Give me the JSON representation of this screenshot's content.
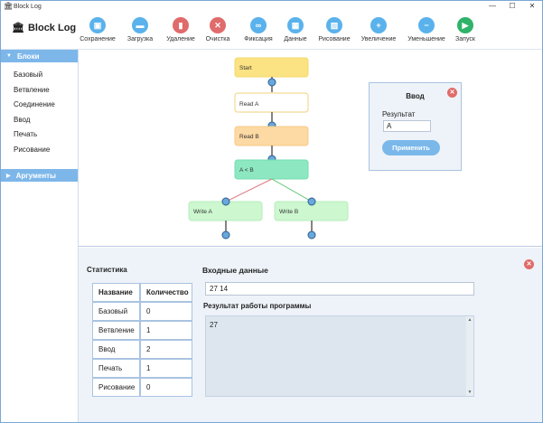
{
  "window": {
    "title": "Block Log"
  },
  "brand": {
    "name": "Block Log"
  },
  "toolbar": [
    {
      "label": "Сохранение",
      "icon": "save-icon",
      "color": "#5ab2ec",
      "glyph": "▣"
    },
    {
      "label": "Загрузка",
      "icon": "folder-icon",
      "color": "#5ab2ec",
      "glyph": "▬"
    },
    {
      "label": "Удаление",
      "icon": "trash-icon",
      "color": "#e06b6b",
      "glyph": "▮"
    },
    {
      "label": "Очистка",
      "icon": "close-icon",
      "color": "#e06b6b",
      "glyph": "✕"
    },
    {
      "label": "Фиксация",
      "icon": "link-icon",
      "color": "#5ab2ec",
      "glyph": "∞"
    },
    {
      "label": "Данные",
      "icon": "table-icon",
      "color": "#5ab2ec",
      "glyph": "▦"
    },
    {
      "label": "Рисование",
      "icon": "image-icon",
      "color": "#5ab2ec",
      "glyph": "▨"
    },
    {
      "label": "Увеличение",
      "icon": "plus-icon",
      "color": "#5ab2ec",
      "glyph": "+"
    },
    {
      "label": "Уменьшение",
      "icon": "minus-icon",
      "color": "#5ab2ec",
      "glyph": "−"
    },
    {
      "label": "Запуск",
      "icon": "play-icon",
      "color": "#2fb36a",
      "glyph": "▶"
    }
  ],
  "sidebar": {
    "blocks_header": "Блоки",
    "items": [
      "Базовый",
      "Ветвление",
      "Соединение",
      "Ввод",
      "Печать",
      "Рисование"
    ],
    "args_header": "Аргументы"
  },
  "flow": {
    "start": "Start",
    "read_a": "Read A",
    "read_b": "Read B",
    "cond": "A < B",
    "write_a": "Write A",
    "write_b": "Write B"
  },
  "input_panel": {
    "title": "Ввод",
    "label": "Результат",
    "value": "A",
    "apply": "Применить"
  },
  "stats": {
    "title": "Статистика",
    "headers": [
      "Название",
      "Количество"
    ],
    "rows": [
      [
        "Базовый",
        "0"
      ],
      [
        "Ветвление",
        "1"
      ],
      [
        "Ввод",
        "2"
      ],
      [
        "Печать",
        "1"
      ],
      [
        "Рисование",
        "0"
      ]
    ]
  },
  "input_data": {
    "title": "Входные данные",
    "value": "27 14"
  },
  "output": {
    "title": "Результат работы программы",
    "value": "27"
  }
}
